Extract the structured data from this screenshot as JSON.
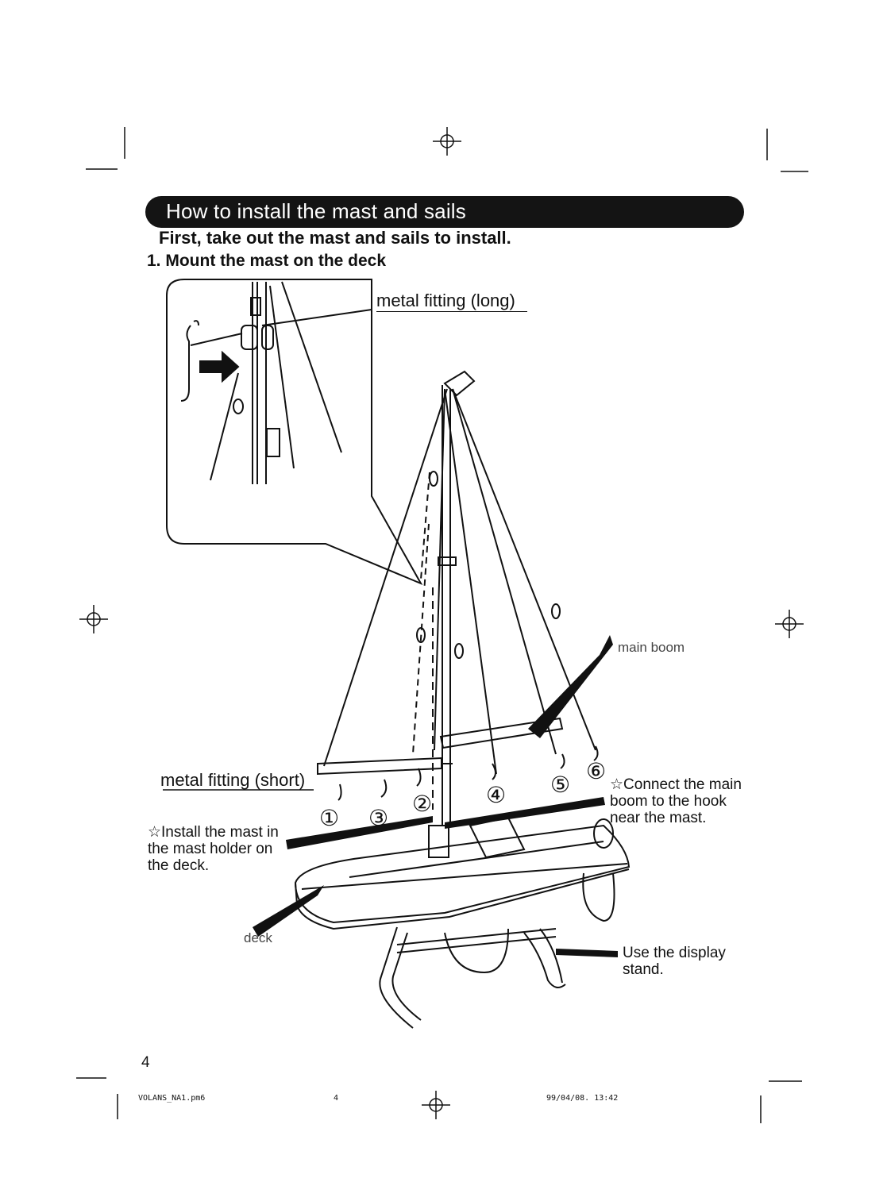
{
  "header": {
    "title": "How to install the mast and sails"
  },
  "intro": "First, take out the mast and sails to install.",
  "step1": {
    "number": "1.",
    "title": "Mount the mast on the deck"
  },
  "labels": {
    "metal_fitting_long": "metal fitting (long)",
    "metal_fitting_short": "metal fitting (short)",
    "main_boom": "main boom",
    "deck": "deck",
    "connect_note": "☆Connect the main boom to the hook near the mast.",
    "install_note": "☆Install the mast in the mast holder on the deck.",
    "stand_note": "Use the display stand."
  },
  "hooks": [
    "①",
    "②",
    "③",
    "④",
    "⑤",
    "⑥"
  ],
  "page_number": "4",
  "footer": {
    "file": "VOLANS_NA1.pm6",
    "page": "4",
    "timestamp": "99/04/08. 13:42"
  }
}
